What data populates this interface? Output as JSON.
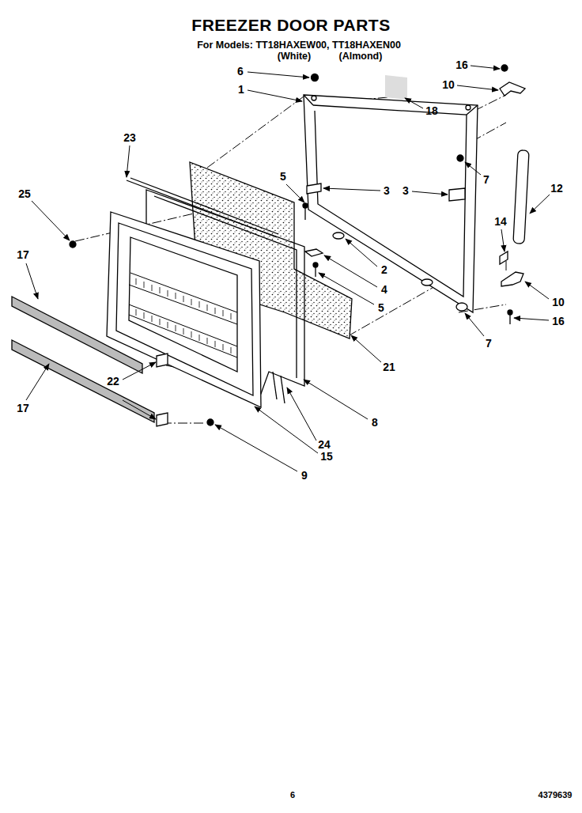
{
  "diagram": {
    "title": "FREEZER DOOR PARTS",
    "labels": [
      "For Models: TT18HAXEW00, TT18HAXEN00",
      "(White)",
      "(Almond)",
      "6",
      "1",
      "16",
      "10",
      "18",
      "23",
      "5",
      "3",
      "3",
      "7",
      "12",
      "25",
      "2",
      "14",
      "4",
      "5",
      "17",
      "10",
      "16",
      "7",
      "22",
      "21",
      "17",
      "8",
      "24",
      "15",
      "9",
      "6",
      "4379639"
    ]
  }
}
